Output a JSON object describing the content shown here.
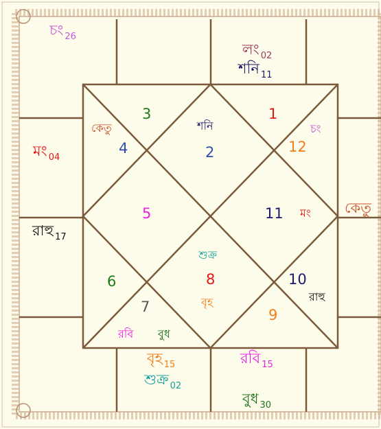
{
  "colors": {
    "background": "#fdfbe9",
    "grid_line": "#7b5a3c",
    "border": "#caa888",
    "green": "#1c7a1c",
    "red": "#e01818",
    "blue": "#2e4fb0",
    "orange": "#ef7e1c",
    "magenta": "#ea1fe4",
    "purple": "#c35ad8",
    "navy": "#1e1a6e",
    "teal": "#15a0a0",
    "brick": "#c8502a",
    "dark_red": "#9a3a5a",
    "dark_green": "#1f6f1f"
  },
  "chart": {
    "houses": [
      {
        "number": "1",
        "planets": [],
        "color": "#e01818"
      },
      {
        "number": "2",
        "planets": [
          "শনি"
        ],
        "color": "#2e4fb0"
      },
      {
        "number": "3",
        "planets": [],
        "color": "#1c7a1c"
      },
      {
        "number": "4",
        "planets": [
          "কেতু"
        ],
        "color": "#2e4fb0"
      },
      {
        "number": "5",
        "planets": [],
        "color": "#ea1fe4"
      },
      {
        "number": "6",
        "planets": [],
        "color": "#1c7a1c"
      },
      {
        "number": "7",
        "planets": [
          "রবি",
          "বুধ"
        ],
        "color": "#555555"
      },
      {
        "number": "8",
        "planets": [
          "শুক্র",
          "বৃহ"
        ],
        "color": "#e01818"
      },
      {
        "number": "9",
        "planets": [],
        "color": "#ef7e1c"
      },
      {
        "number": "10",
        "planets": [
          "রাহু"
        ],
        "color": "#1e1a6e"
      },
      {
        "number": "11",
        "planets": [
          "মং"
        ],
        "color": "#1e1a6e"
      },
      {
        "number": "12",
        "planets": [
          "চং"
        ],
        "color": "#ef7e1c"
      }
    ]
  },
  "outer": {
    "chandra": {
      "name": "চং",
      "deg": "26"
    },
    "lagna": {
      "name": "লং",
      "deg": "02"
    },
    "shani": {
      "name": "শনি",
      "deg": "11"
    },
    "mangal": {
      "name": "মং",
      "deg": "04"
    },
    "rahu": {
      "name": "রাহু",
      "deg": "17"
    },
    "ketu": {
      "name": "কেতু"
    },
    "brihaspati": {
      "name": "বৃহ",
      "deg": "15"
    },
    "shukra": {
      "name": "শুক্র",
      "deg": "02"
    },
    "ravi": {
      "name": "রবি",
      "deg": "15"
    },
    "budh": {
      "name": "বুধ",
      "deg": "30"
    }
  }
}
